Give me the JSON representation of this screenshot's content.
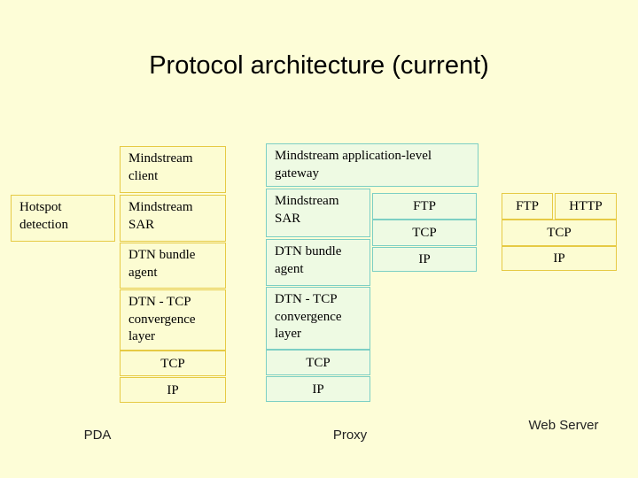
{
  "slide": {
    "title": "Protocol architecture (current)",
    "background_color": "#fdfdd7",
    "yellow_fill": "#fcfcd2",
    "yellow_border": "#e6ca44",
    "mint_fill": "#eefae3",
    "mint_border": "#7ccfc4"
  },
  "pda": {
    "endpoint_label": "PDA",
    "side_box": "Hotspot detection",
    "stack": [
      {
        "label": "Mindstream client"
      },
      {
        "label": "Mindstream SAR"
      },
      {
        "label": "DTN bundle agent"
      },
      {
        "label": "DTN - TCP convergence layer"
      },
      {
        "label": "TCP"
      },
      {
        "label": "IP"
      }
    ]
  },
  "proxy": {
    "endpoint_label": "Proxy",
    "gateway": "Mindstream application-level gateway",
    "stack": [
      {
        "label": "Mindstream SAR"
      },
      {
        "label": "DTN bundle agent"
      },
      {
        "label": "DTN - TCP convergence layer"
      },
      {
        "label": "TCP"
      },
      {
        "label": "IP"
      }
    ],
    "side_stack": [
      {
        "label": "FTP"
      },
      {
        "label": "TCP"
      },
      {
        "label": "IP"
      }
    ]
  },
  "web_server": {
    "endpoint_label": "Web Server",
    "apps": [
      {
        "label": "FTP"
      },
      {
        "label": "HTTP"
      }
    ],
    "stack": [
      {
        "label": "TCP"
      },
      {
        "label": "IP"
      }
    ]
  }
}
